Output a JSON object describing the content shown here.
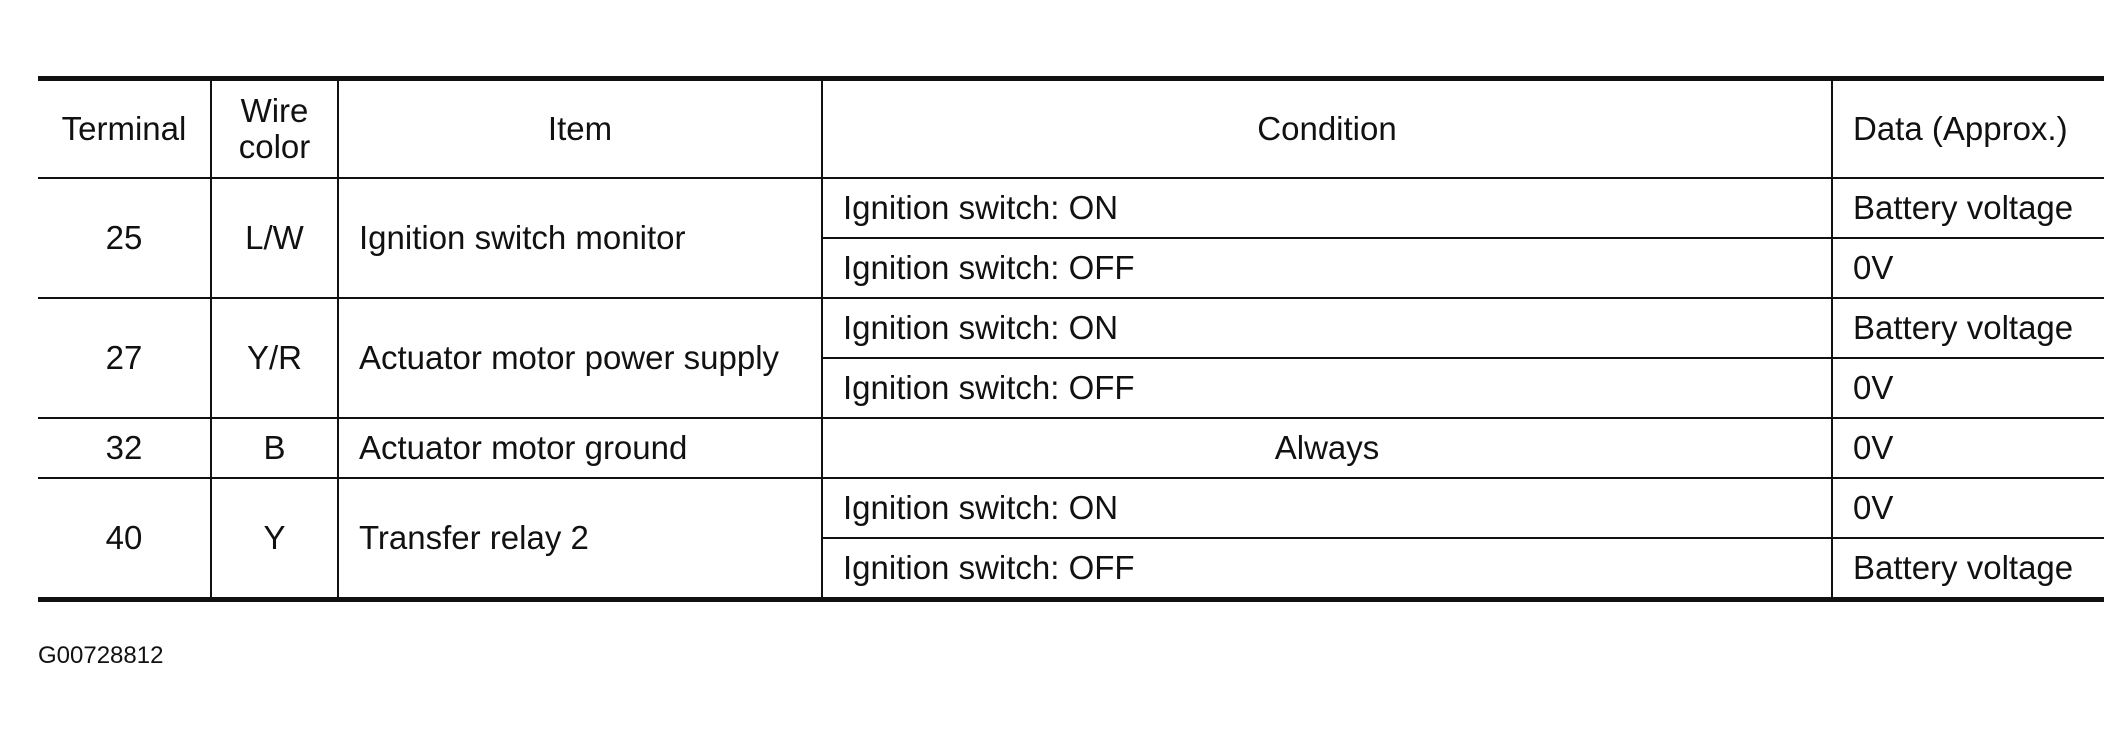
{
  "table": {
    "headers": {
      "terminal": "Terminal",
      "wire_color_line1": "Wire",
      "wire_color_line2": "color",
      "item": "Item",
      "condition": "Condition",
      "data": "Data (Approx.)"
    },
    "rows": [
      {
        "terminal": "25",
        "wire_color": "L/W",
        "item": "Ignition switch monitor",
        "conditions": [
          {
            "condition": "Ignition switch: ON",
            "data": "Battery voltage"
          },
          {
            "condition": "Ignition switch: OFF",
            "data": "0V"
          }
        ]
      },
      {
        "terminal": "27",
        "wire_color": "Y/R",
        "item": "Actuator motor power supply",
        "conditions": [
          {
            "condition": "Ignition switch: ON",
            "data": "Battery voltage"
          },
          {
            "condition": "Ignition switch: OFF",
            "data": "0V"
          }
        ]
      },
      {
        "terminal": "32",
        "wire_color": "B",
        "item": "Actuator motor ground",
        "conditions": [
          {
            "condition": "Always",
            "data": "0V"
          }
        ]
      },
      {
        "terminal": "40",
        "wire_color": "Y",
        "item": "Transfer relay 2",
        "conditions": [
          {
            "condition": "Ignition switch: ON",
            "data": "0V"
          },
          {
            "condition": "Ignition switch: OFF",
            "data": "Battery voltage"
          }
        ]
      }
    ]
  },
  "figure_code": "G00728812"
}
